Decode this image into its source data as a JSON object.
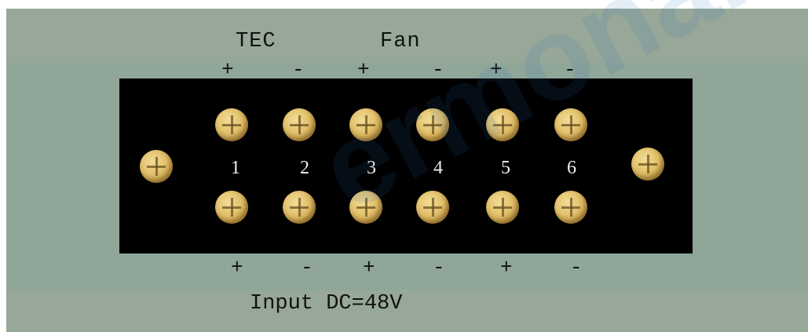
{
  "labels": {
    "tec": "TEC",
    "fan": "Fan",
    "input": "Input DC=48V"
  },
  "top_signs": [
    "+",
    "-",
    "+",
    "-",
    "+",
    "-"
  ],
  "bottom_signs": [
    "+",
    "-",
    "+",
    "-",
    "+",
    "-"
  ],
  "pin_numbers": [
    "1",
    "2",
    "3",
    "4",
    "5",
    "6"
  ],
  "watermark": "ermoname",
  "colors": {
    "board": "#000000",
    "panel": "#97a898",
    "terminal": "#e2c06a",
    "watermark": "#286ebe"
  }
}
